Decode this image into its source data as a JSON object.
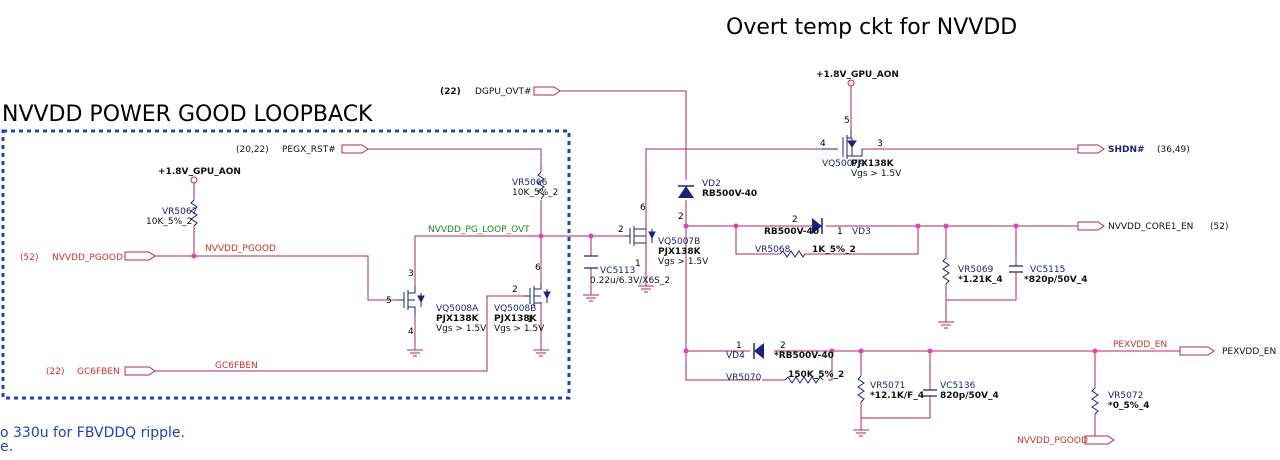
{
  "titles": {
    "overt": "Overt temp ckt for NVVDD",
    "loopback": "NVVDD POWER GOOD LOOPBACK"
  },
  "notes": {
    "line1": "o 330u for FBVDDQ ripple.",
    "line2": "e."
  },
  "refs": {
    "nvvdd_pgood_ref": "(52)",
    "gc6fben_ref": "(22)",
    "pegx_ref": "(20,22)",
    "dgpu_ref": "(22)",
    "shdn_ref": "(36,49)",
    "core1_ref": "(52)"
  },
  "ports": {
    "nvvdd_pgood": "NVVDD_PGOOD",
    "gc6fben": "GC6FBEN",
    "pegx_rst": "PEGX_RST#",
    "dgpu_ovt": "DGPU_OVT#",
    "shdn": "SHDN#",
    "core1_en": "NVVDD_CORE1_EN",
    "pexvdd_en": "PEXVDD_EN"
  },
  "nets": {
    "nvvdd_pgood": "NVVDD_PGOOD",
    "nvvdd_pgood_bottom": "NVVDD_PGOOD",
    "pg_loop_ovt": "NVVDD_PG_LOOP_OVT",
    "gc6fben": "GC6FBEN",
    "pexvdd_en": "PEXVDD_EN"
  },
  "power": {
    "aon_left": "+1.8V_GPU_AON",
    "aon_top": "+1.8V_GPU_AON"
  },
  "components": {
    "vr5067": {
      "ref": "VR5067",
      "val": "10K_5%_2"
    },
    "vr5066": {
      "ref": "VR5066",
      "val": "10K_5%_2"
    },
    "vq5008a": {
      "ref": "VQ5008A",
      "val": "PJX138K",
      "vgs": "Vgs > 1.5V"
    },
    "vq5008b": {
      "ref": "VQ5008B",
      "val": "PJX138K",
      "vgs": "Vgs > 1.5V"
    },
    "vc5113": {
      "ref": "VC5113",
      "val": "0.22u/6.3V/X6S_2"
    },
    "vq5007b": {
      "ref": "VQ5007B",
      "val": "PJX138K",
      "vgs": "Vgs > 1.5V"
    },
    "vq5007a": {
      "ref": "VQ5007A",
      "val": "PJX138K",
      "vgs": "Vgs > 1.5V"
    },
    "vd2": {
      "ref": "VD2",
      "val": "RB500V-40"
    },
    "vd3": {
      "ref": "VD3",
      "val": "RB500V-40"
    },
    "vr5068": {
      "ref": "VR5068",
      "val": "1K_5%_2"
    },
    "vr5069": {
      "ref": "VR5069",
      "val": "*1.21K_4"
    },
    "vc5115": {
      "ref": "VC5115",
      "val": "*820p/50V_4"
    },
    "vd4": {
      "ref": "VD4",
      "val": "*RB500V-40"
    },
    "vr5070": {
      "ref": "VR5070",
      "val": "150K_5%_2"
    },
    "vr5071": {
      "ref": "VR5071",
      "val": "*12.1K/F_4"
    },
    "vc5136": {
      "ref": "VC5136",
      "val": "820p/50V_4"
    },
    "vr5072": {
      "ref": "VR5072",
      "val": "*0_5%_4"
    }
  },
  "pins": {
    "q8a_d": "3",
    "q8a_g": "5",
    "q8a_s": "4",
    "q8b_d": "6",
    "q8b_g": "2",
    "q8b_s": "1",
    "q7b_d": "6",
    "q7b_g": "2",
    "q7b_s": "1",
    "q7a_d": "5",
    "q7a_g": "4",
    "q7a_s": "3",
    "vd2_a": "2",
    "vd3_a": "2",
    "vd3_k": "1",
    "vd4_k": "1",
    "vd4_a": "2"
  },
  "colors": {
    "wire": "#b0285a",
    "junction": "#e040c0",
    "component": "#1a237e",
    "text_blue": "#1a237e",
    "text_red": "#d32f2f",
    "text_green": "#1b8a1b",
    "note_blue": "#1f3fc8",
    "box_border": "#1f3fc8"
  }
}
